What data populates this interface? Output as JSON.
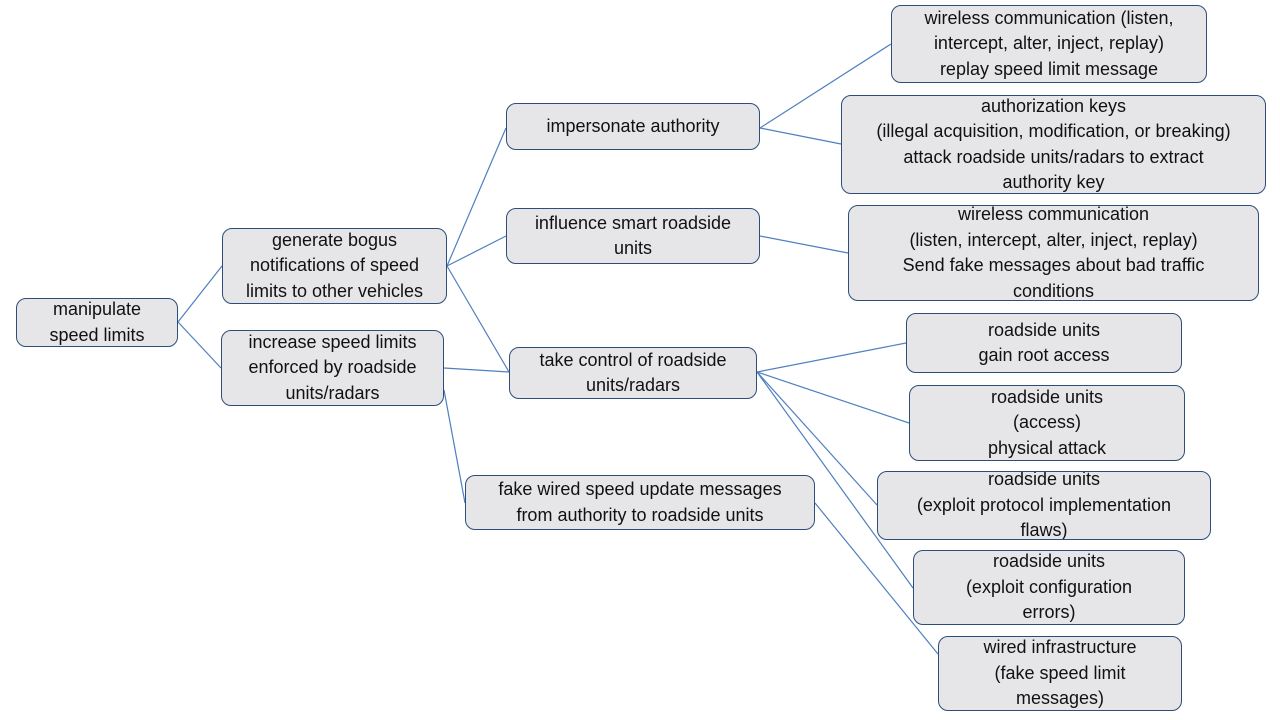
{
  "theme": {
    "node_fill": "#e6e6e9",
    "node_border": "#2e4d7b",
    "edge_color": "#4f7fbf",
    "text_color": "#111111"
  },
  "nodes": {
    "root": {
      "lines": [
        "manipulate",
        "speed limits"
      ]
    },
    "generate_bogus": {
      "lines": [
        "generate bogus",
        "notifications of speed",
        "limits to other vehicles"
      ]
    },
    "increase_limits": {
      "lines": [
        "increase speed limits",
        "enforced by roadside",
        "units/radars"
      ]
    },
    "impersonate": {
      "lines": [
        "impersonate authority"
      ]
    },
    "influence_rsu": {
      "lines": [
        "influence smart roadside",
        "units"
      ]
    },
    "take_control": {
      "lines": [
        "take control of roadside",
        "units/radars"
      ]
    },
    "fake_wired": {
      "lines": [
        "fake wired speed update messages",
        "from authority to roadside units"
      ]
    },
    "leaf_wireless_replay": {
      "lines": [
        "wireless communication (listen,",
        "intercept, alter, inject, replay)",
        "replay speed limit message"
      ]
    },
    "leaf_auth_keys": {
      "lines": [
        "authorization keys",
        "(illegal acquisition, modification, or breaking)",
        "attack roadside units/radars to extract",
        "authority key"
      ]
    },
    "leaf_wireless_fake": {
      "lines": [
        "wireless communication",
        "(listen, intercept, alter, inject, replay)",
        "Send fake messages about bad traffic",
        "conditions"
      ]
    },
    "leaf_root_access": {
      "lines": [
        "roadside units",
        "gain root access"
      ]
    },
    "leaf_physical": {
      "lines": [
        "roadside units",
        "(access)",
        "physical attack"
      ]
    },
    "leaf_protocol": {
      "lines": [
        "roadside units",
        "(exploit protocol implementation",
        "flaws)"
      ]
    },
    "leaf_config": {
      "lines": [
        "roadside units",
        "(exploit configuration",
        "errors)"
      ]
    },
    "leaf_wired_infra": {
      "lines": [
        "wired infrastructure",
        "(fake speed limit",
        "messages)"
      ]
    }
  },
  "edges": [
    [
      "root",
      "generate_bogus"
    ],
    [
      "root",
      "increase_limits"
    ],
    [
      "generate_bogus",
      "impersonate"
    ],
    [
      "generate_bogus",
      "influence_rsu"
    ],
    [
      "generate_bogus",
      "take_control"
    ],
    [
      "increase_limits",
      "take_control"
    ],
    [
      "increase_limits",
      "fake_wired"
    ],
    [
      "impersonate",
      "leaf_wireless_replay"
    ],
    [
      "impersonate",
      "leaf_auth_keys"
    ],
    [
      "influence_rsu",
      "leaf_wireless_fake"
    ],
    [
      "take_control",
      "leaf_root_access"
    ],
    [
      "take_control",
      "leaf_physical"
    ],
    [
      "take_control",
      "leaf_protocol"
    ],
    [
      "take_control",
      "leaf_config"
    ],
    [
      "fake_wired",
      "leaf_wired_infra"
    ]
  ]
}
